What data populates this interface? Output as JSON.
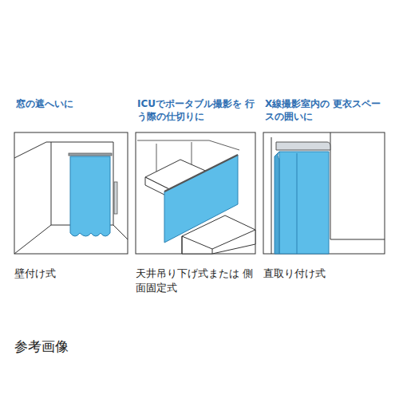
{
  "diagram": {
    "nodes": [
      {
        "text": [
          "窓の遮へいに",
          "壁付け式"
        ]
      },
      {
        "text": [
          "ICUでポータブル撮影を 行う際の仕切りに",
          "天井吊り下げ式または 側面固定式"
        ]
      },
      {
        "text": [
          "X線撮影室内の 更衣スペースの囲いに",
          "直取り付け式"
        ]
      }
    ],
    "labels": [
      "参考画像"
    ]
  }
}
